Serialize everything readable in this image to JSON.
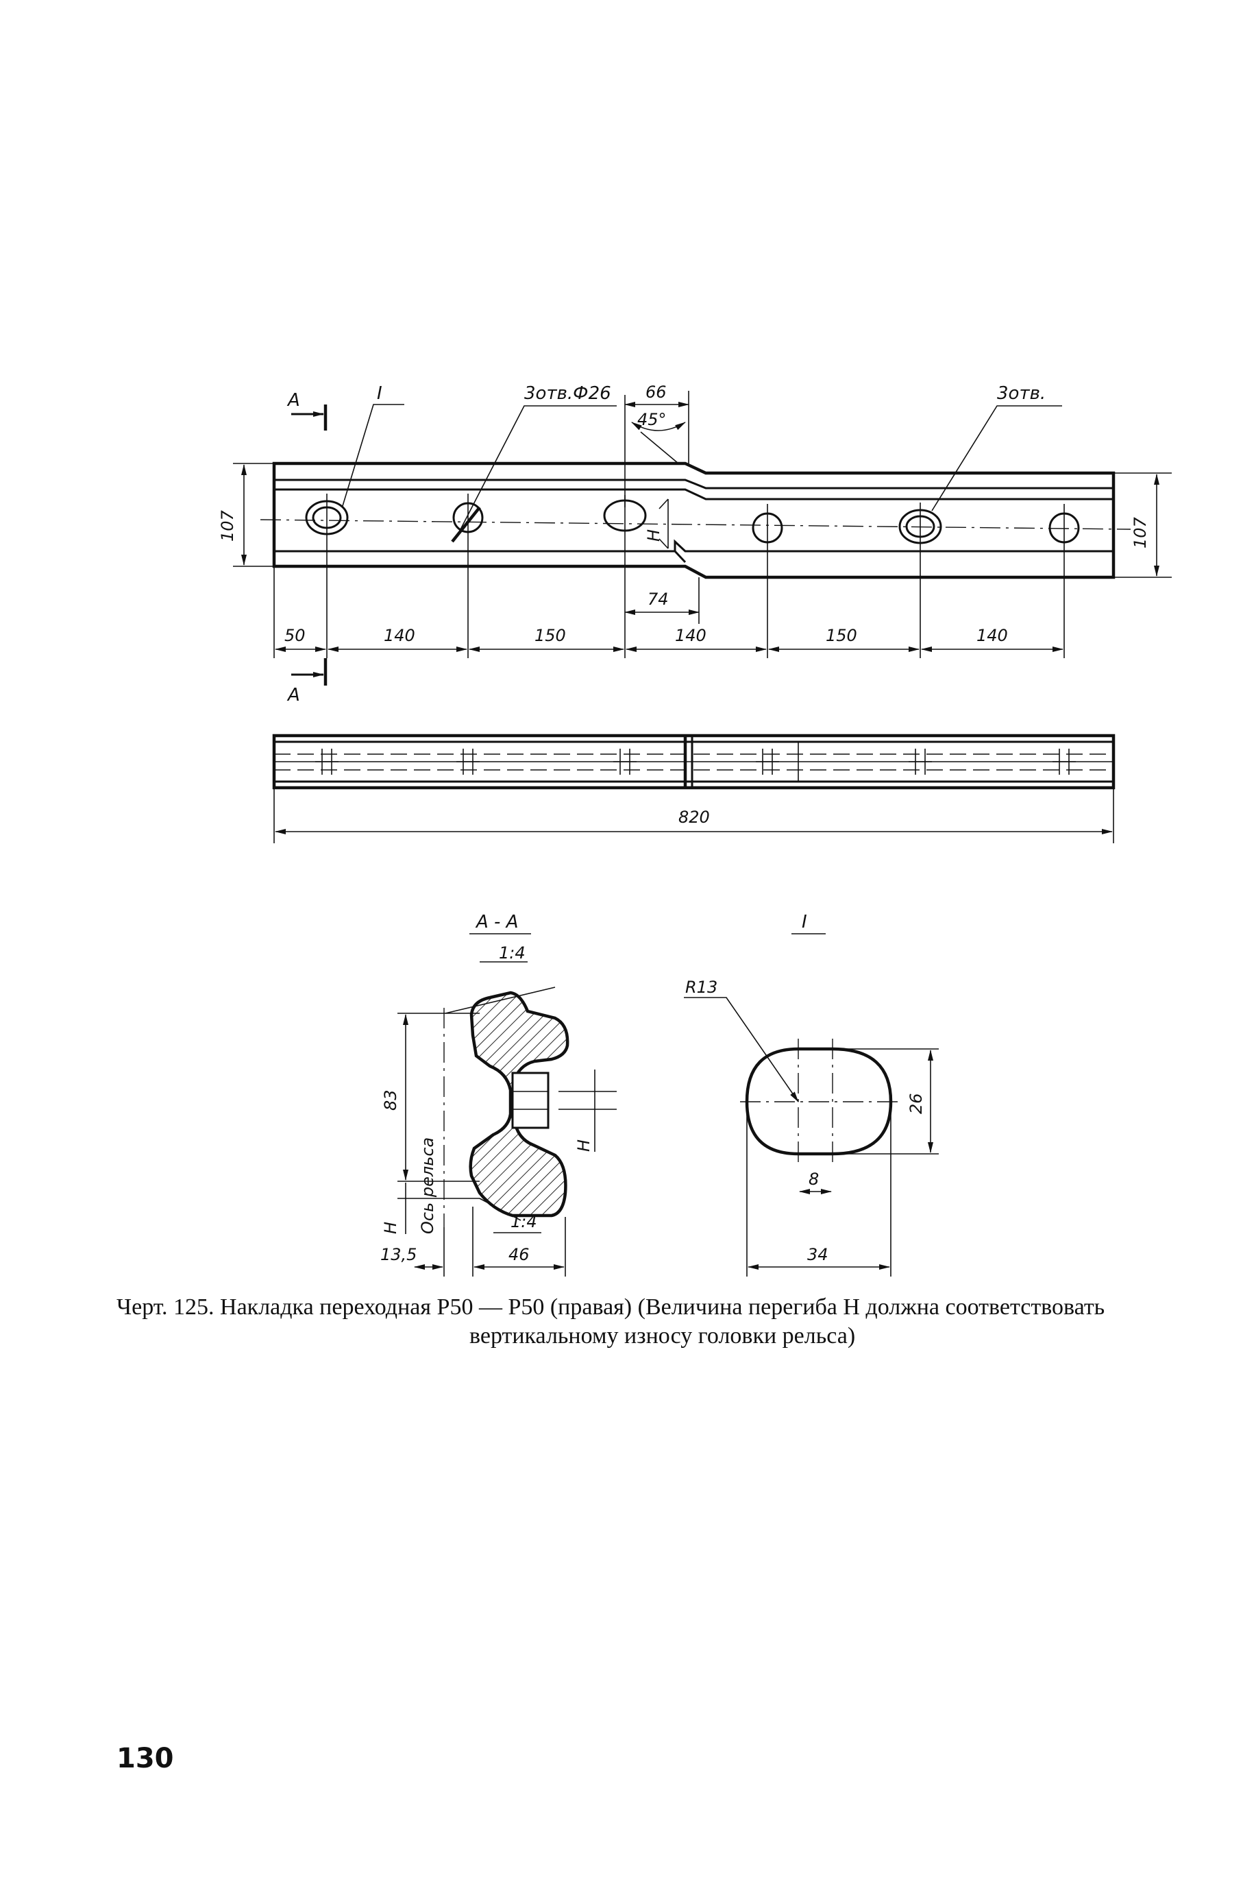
{
  "drawing": {
    "labels": {
      "section_mark": "А",
      "detail_mark": "I",
      "holes_round": "3отв.Ф26",
      "holes_oval": "3отв.",
      "bend": "H",
      "angle": "45°",
      "section_title": "А - А",
      "detail_title": "I",
      "slope_top": "1:4",
      "slope_bottom": "1:4",
      "rail_axis": "Ось рельса",
      "radius": "R13"
    },
    "dimensions": {
      "height_left": "107",
      "height_right": "107",
      "offset_66": "66",
      "offset_74": "74",
      "d50": "50",
      "d140a": "140",
      "d150a": "150",
      "d140b": "140",
      "d150b": "150",
      "d140c": "140",
      "total_length": "820",
      "section_83": "83",
      "section_13_5": "13,5",
      "section_46": "46",
      "section_H_left": "H",
      "section_H_right": "H",
      "detail_26": "26",
      "detail_8": "8",
      "detail_34": "34"
    }
  },
  "caption": {
    "line1": "Черт. 125. Накладка переходная Р50 — Р50 (правая) (Величина перегиба Н должна соответствовать",
    "line2": "вертикальному износу головки рельса)"
  },
  "page_number": "130"
}
